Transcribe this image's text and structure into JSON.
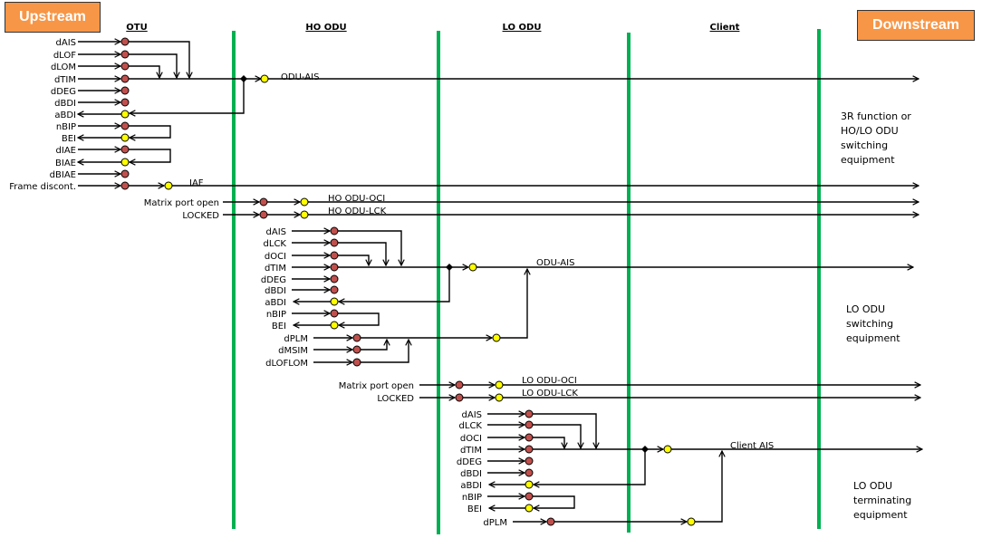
{
  "badges": {
    "upstream": "Upstream",
    "downstream": "Downstream"
  },
  "colors": {
    "badge": "#f79646",
    "divider": "#00b050",
    "defect": "#c0504d",
    "action": "#ffff00",
    "line": "#000000"
  },
  "sections": [
    "OTU",
    "HO ODU",
    "LO ODU",
    "Client"
  ],
  "notes": [
    [
      "3R function or",
      "HO/LO ODU",
      "switching",
      "equipment"
    ],
    [
      "LO ODU",
      "switching",
      "equipment"
    ],
    [
      "LO ODU",
      "terminating",
      "equipment"
    ]
  ],
  "otu": {
    "defects": [
      "dAIS",
      "dLOF",
      "dLOM",
      "dTIM",
      "dDEG",
      "dBDI",
      "aBDI",
      "nBIP",
      "BEI",
      "dIAE",
      "BIAE",
      "dBIAE",
      "Frame discont."
    ],
    "outputs": {
      "ais": "ODU-AIS",
      "iaf": "IAF"
    }
  },
  "ho_odu": {
    "port_inputs": [
      "Matrix port open",
      "LOCKED"
    ],
    "port_outputs": [
      "HO ODU-OCI",
      "HO ODU-LCK"
    ],
    "defects": [
      "dAIS",
      "dLCK",
      "dOCI",
      "dTIM",
      "dDEG",
      "dBDI",
      "aBDI",
      "nBIP",
      "BEI",
      "dPLM",
      "dMSIM",
      "dLOFLOM"
    ],
    "outputs": {
      "ais": "ODU-AIS"
    }
  },
  "lo_odu": {
    "port_inputs": [
      "Matrix port open",
      "LOCKED"
    ],
    "port_outputs": [
      "LO ODU-OCI",
      "LO ODU-LCK"
    ],
    "defects": [
      "dAIS",
      "dLCK",
      "dOCI",
      "dTIM",
      "dDEG",
      "dBDI",
      "aBDI",
      "nBIP",
      "BEI",
      "dPLM"
    ],
    "outputs": {
      "ais": "Client AIS"
    }
  }
}
